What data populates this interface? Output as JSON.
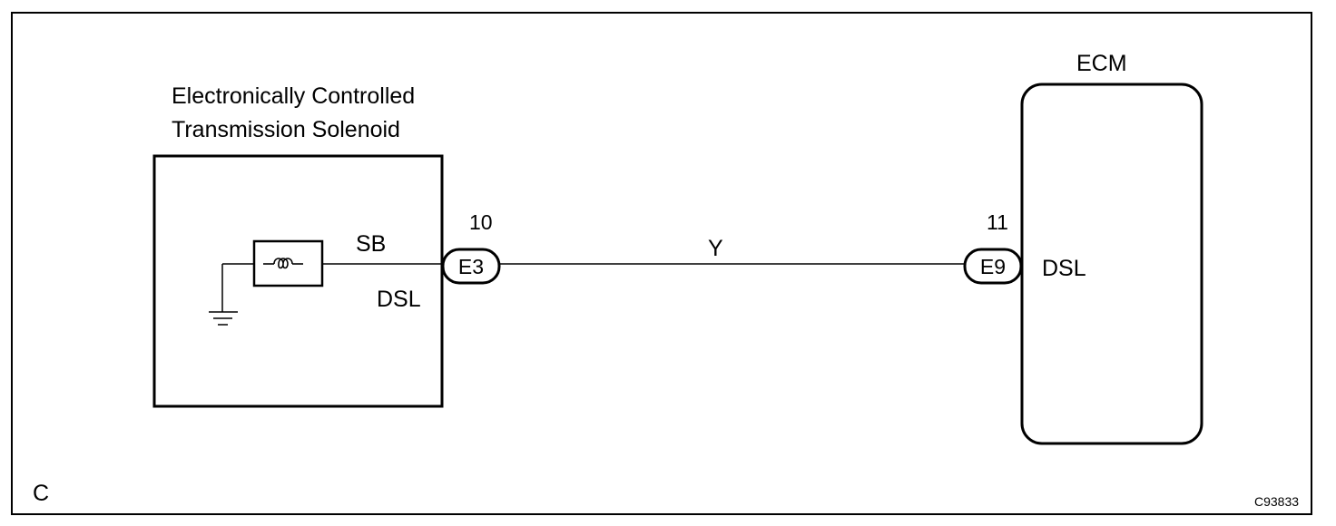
{
  "solenoid": {
    "title_line1": "Electronically Controlled",
    "title_line2": "Transmission Solenoid",
    "terminal_top": "SB",
    "terminal_bottom": "DSL"
  },
  "connector_left": {
    "id": "E3",
    "pin": "10"
  },
  "wire": {
    "color_code": "Y"
  },
  "connector_right": {
    "id": "E9",
    "pin": "11"
  },
  "ecm": {
    "title": "ECM",
    "terminal": "DSL"
  },
  "corner_label": "C",
  "figure_id": "C93833",
  "colors": {
    "line": "#000000",
    "background": "#ffffff"
  }
}
